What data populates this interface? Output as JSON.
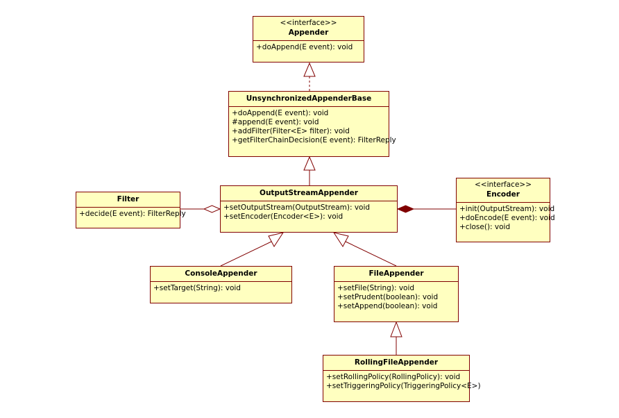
{
  "classes": {
    "appender": {
      "stereotype": "<<interface>>",
      "name": "Appender",
      "ops": [
        "+doAppend(E event): void"
      ]
    },
    "unsync": {
      "name": "UnsynchronizedAppenderBase",
      "ops": [
        "+doAppend(E event): void",
        "#append(E event): void",
        "+addFilter(Filter<E> filter): void",
        "+getFilterChainDecision(E event): FilterReply"
      ]
    },
    "filter": {
      "name": "Filter",
      "ops": [
        "+decide(E event): FilterReply"
      ]
    },
    "outputstream": {
      "name": "OutputStreamAppender",
      "ops": [
        "+setOutputStream(OutputStream): void",
        "+setEncoder(Encoder<E>): void"
      ]
    },
    "encoder": {
      "stereotype": "<<interface>>",
      "name": "Encoder",
      "ops": [
        "+init(OutputStream): void",
        "+doEncode(E event): void",
        "+close(): void"
      ]
    },
    "console": {
      "name": "ConsoleAppender",
      "ops": [
        "+setTarget(String): void"
      ]
    },
    "file": {
      "name": "FileAppender",
      "ops": [
        "+setFile(String): void",
        "+setPrudent(boolean): void",
        "+setAppend(boolean): void"
      ]
    },
    "rolling": {
      "name": "RollingFileAppender",
      "ops": [
        "+setRollingPolicy(RollingPolicy): void",
        "+setTriggeringPolicy(TriggeringPolicy<E>)"
      ]
    }
  },
  "colors": {
    "class_fill": "#ffffc0",
    "class_border": "#800000",
    "line": "#800000"
  }
}
